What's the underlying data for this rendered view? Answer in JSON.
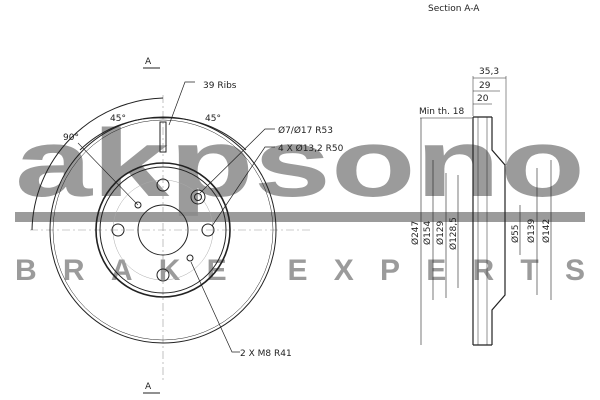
{
  "section_title": "Section A-A",
  "section_marker": "A",
  "front_view": {
    "ribs": "39 Ribs",
    "angle_left": "45°",
    "angle_right": "45°",
    "angle_total": "90°",
    "pin_hole": "Ø7/Ø17   R53",
    "bolt_holes": "4 X Ø13,2   R50",
    "threaded_holes": "2 X M8     R41"
  },
  "section_view": {
    "min_thickness": "Min th. 18",
    "dims_horizontal": [
      "35,3",
      "29",
      "20"
    ],
    "dims_left": [
      "Ø247",
      "Ø154",
      "Ø129",
      "Ø128,5"
    ],
    "dims_right": [
      "Ø55",
      "Ø139",
      "Ø142"
    ]
  },
  "watermark": {
    "brand": "akpsono",
    "tagline": "BRAKE EXPERTS"
  }
}
